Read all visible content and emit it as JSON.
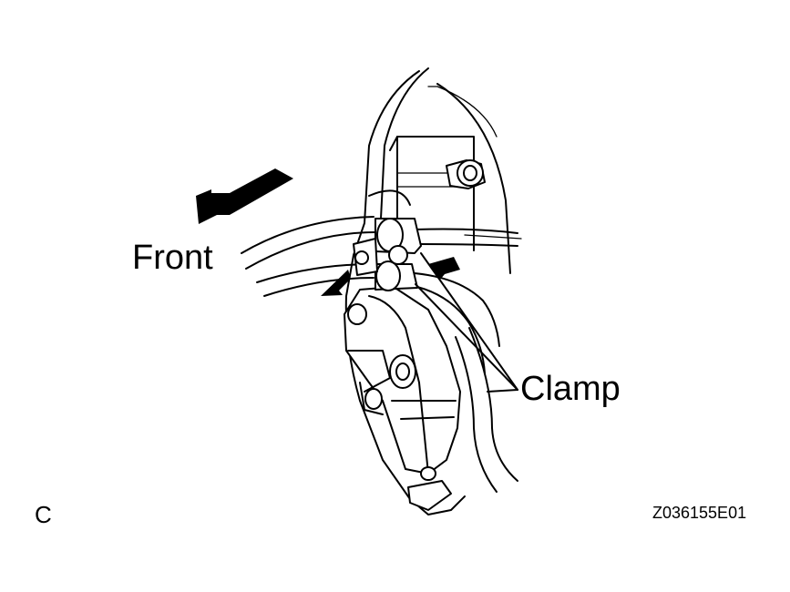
{
  "labels": {
    "front": "Front",
    "clamp": "Clamp",
    "view": "C",
    "figure_code": "Z036155E01"
  }
}
